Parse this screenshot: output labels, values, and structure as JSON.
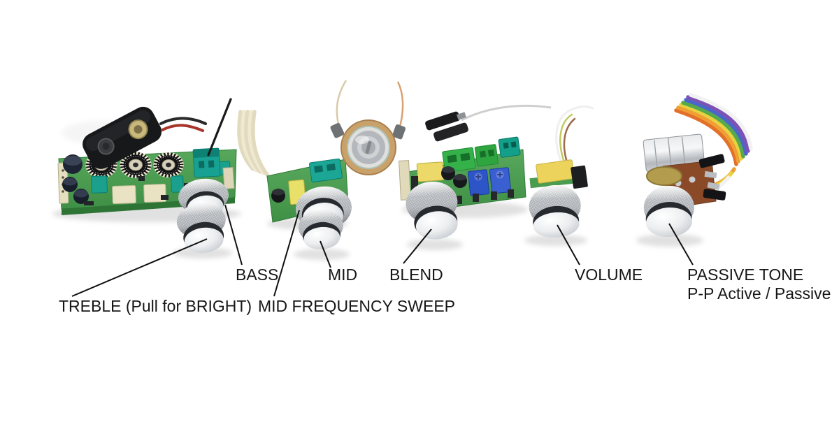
{
  "page": {
    "background": "#ffffff",
    "subject": "Annotated photo of a bass preamp control harness: five potentiometer/knob assemblies with circuit boards, wiring and callout labels"
  },
  "labels": {
    "treble": "TREBLE (Pull for BRIGHT)",
    "bass": "BASS",
    "mid_frequency_sweep": "MID FREQUENCY SWEEP",
    "mid": "MID",
    "blend": "BLEND",
    "volume": "VOLUME",
    "passive_tone": "PASSIVE TONE",
    "passive_tone_sub": "P-P Active / Passive"
  },
  "palette": {
    "label_text": "#161616",
    "leader_line": "#101010",
    "pcb_green": "#4a9c50",
    "pcb_edge_green": "#2d7435",
    "terminal_teal": "#17a193",
    "terminal_green": "#35b14a",
    "trimmer_blue": "#2e55c8",
    "capacitor_yellow": "#ecd35b",
    "film_cap_beige": "#e9e3c4",
    "chrome_light": "#f3f4f5",
    "chrome_dark": "#8a8f95",
    "battery_clip_black": "#17181a",
    "wafer_brown": "#8a4a28",
    "rainbow_ribbon": [
      "#e2702a",
      "#ef9f33",
      "#e8d23f",
      "#57aa4c",
      "#4a67c8",
      "#7e52b5",
      "#f2f2f2"
    ]
  }
}
